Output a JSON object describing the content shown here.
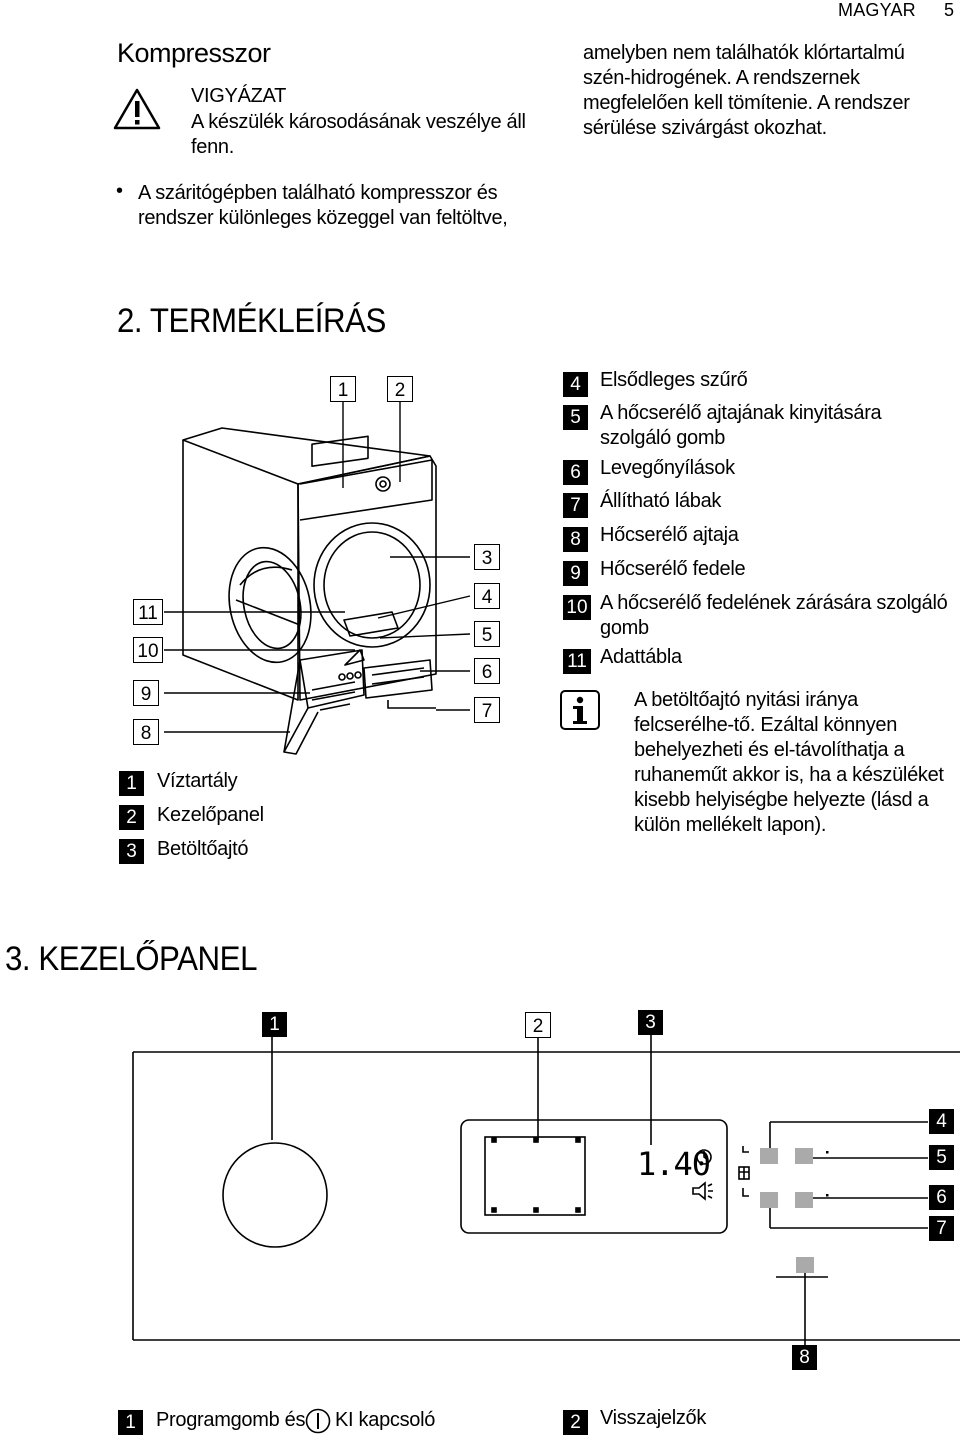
{
  "header": {
    "language": "MAGYAR",
    "page_number": "5"
  },
  "kompresszor": {
    "title": "Kompresszor",
    "warning": {
      "title": "VIGYÁZAT",
      "text": "A készülék károsodásának veszélye áll fenn."
    },
    "bullet": "A száritógépben található kompresszor és rendszer különleges közeggel van feltöltve,",
    "continuation": "amelyben nem találhatók klórtartalmú szén-hidrogének. A rendszernek megfelelően kell tömítenie. A rendszer sérülése szivárgást okozhat."
  },
  "section2": {
    "title": "2. TERMÉKLEÍRÁS",
    "figure_numbers": [
      "1",
      "2",
      "3",
      "4",
      "5",
      "6",
      "7",
      "8",
      "9",
      "10",
      "11"
    ],
    "legend_left": [
      {
        "n": "1",
        "label": "Víztartály"
      },
      {
        "n": "2",
        "label": "Kezelőpanel"
      },
      {
        "n": "3",
        "label": "Betöltőajtó"
      }
    ],
    "legend_right": [
      {
        "n": "4",
        "label": "Elsődleges szűrő"
      },
      {
        "n": "5",
        "label": "A hőcserélő ajtajának kinyitására szolgáló gomb"
      },
      {
        "n": "6",
        "label": "Levegőnyílások"
      },
      {
        "n": "7",
        "label": "Állítható lábak"
      },
      {
        "n": "8",
        "label": "Hőcserélő ajtaja"
      },
      {
        "n": "9",
        "label": "Hőcserélő fedele"
      },
      {
        "n": "10",
        "label": "A hőcserélő fedelének zárására szolgáló gomb"
      },
      {
        "n": "11",
        "label": "Adattábla"
      }
    ],
    "info": "A betöltőajtó nyitási iránya felcserélhe-tő. Ezáltal könnyen behelyezheti és el-távolíthatja a ruhaneműt akkor is, ha a készüléket kisebb helyiségbe helyezte (lásd a külön mellékelt lapon)."
  },
  "section3": {
    "title": "3. KEZELŐPANEL",
    "figure_numbers": [
      "1",
      "2",
      "3",
      "4",
      "5",
      "6",
      "7",
      "8"
    ],
    "display_value": "1.40",
    "legend": [
      {
        "n": "1",
        "label_before": "Programgomb és",
        "label_after": "KI kapcsoló"
      },
      {
        "n": "2",
        "label": "Visszajelzők"
      }
    ]
  }
}
